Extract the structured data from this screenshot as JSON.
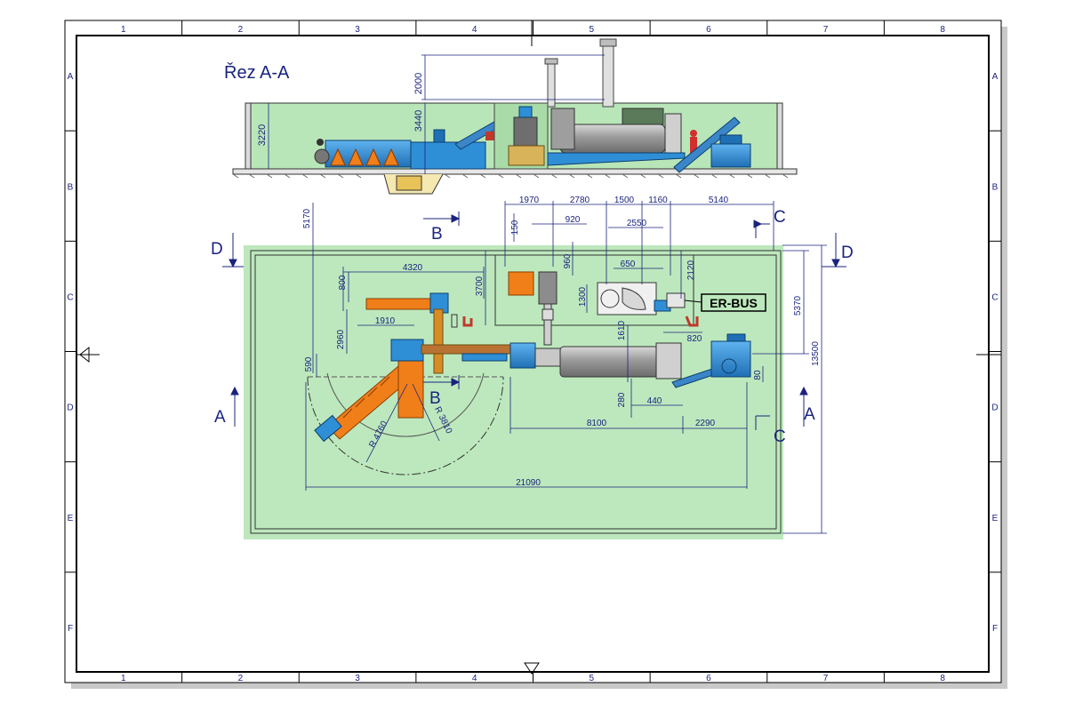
{
  "drawing": {
    "section_title": "Řez A-A",
    "controller_label": "ER-BUS"
  },
  "frame": {
    "col_labels": [
      "1",
      "2",
      "3",
      "4",
      "5",
      "6",
      "7",
      "8"
    ],
    "row_labels": [
      "A",
      "B",
      "C",
      "D",
      "E",
      "F"
    ]
  },
  "section_markers": {
    "a": "A",
    "b": "B",
    "c": "C",
    "d": "D"
  },
  "dimensions": {
    "section_view": {
      "chimney_height": "2000",
      "building_height": "3440",
      "wall_height": "3220"
    },
    "plan_top": {
      "d1970": "1970",
      "d2780": "2780",
      "d1500": "1500",
      "d1160": "1160",
      "d5140": "5140",
      "d920": "920",
      "d2550": "2550",
      "d150": "150",
      "d960": "960",
      "d650": "650",
      "d2120": "2120",
      "d1300": "1300",
      "d1610": "1610",
      "d820": "820"
    },
    "plan_left": {
      "d5170": "5170",
      "d4320": "4320",
      "d800": "800",
      "d3700": "3700",
      "d1910": "1910",
      "d2960": "2960",
      "d590": "590"
    },
    "plan_right": {
      "d5370": "5370",
      "d13500": "13500",
      "d80": "80"
    },
    "plan_bottom": {
      "d8100": "8100",
      "d2290": "2290",
      "d440": "440",
      "d280": "280",
      "d21090": "21090"
    },
    "radii": {
      "r4760": "R 4760",
      "r3810": "R 3810"
    }
  },
  "colors": {
    "dimension_blue": "#1a237e",
    "floor_green": "#bde8bd",
    "machine_blue": "#2f8fd6",
    "hopper_orange": "#f07f1a",
    "drum_grey": "#a9a9a9",
    "frame_black": "#000000"
  }
}
